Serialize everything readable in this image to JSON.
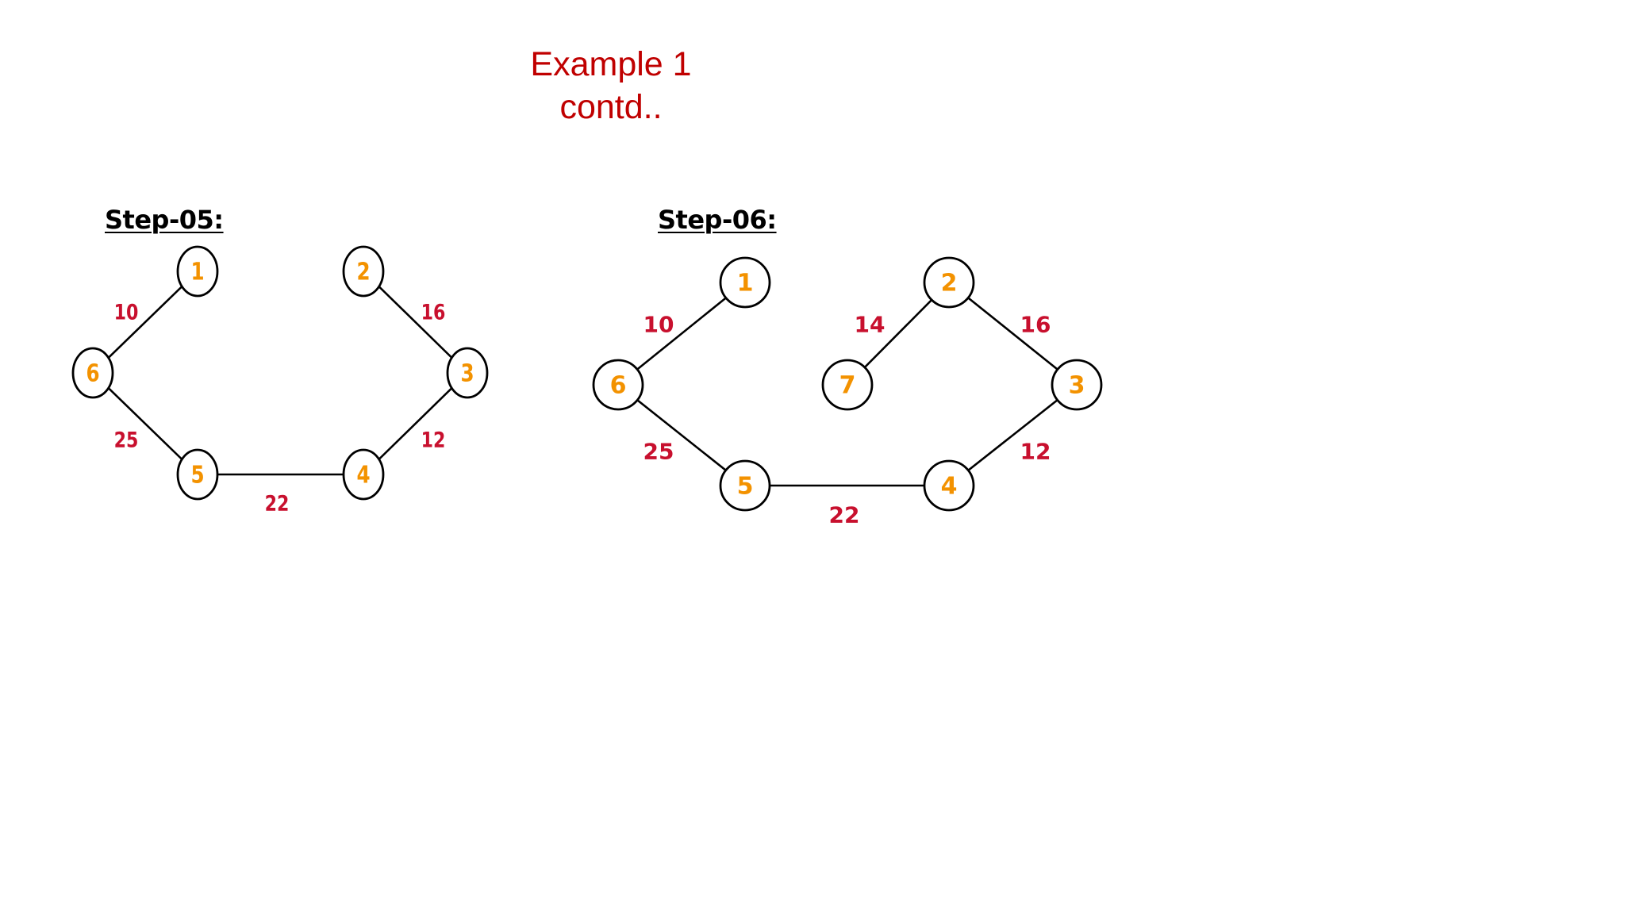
{
  "title": {
    "line1": "Example 1",
    "line2": "contd.."
  },
  "steps": [
    {
      "label": "Step-05:",
      "nodes": [
        {
          "id": "1"
        },
        {
          "id": "2"
        },
        {
          "id": "3"
        },
        {
          "id": "4"
        },
        {
          "id": "5"
        },
        {
          "id": "6"
        }
      ],
      "edges": [
        {
          "from": "1",
          "to": "6",
          "weight": "10"
        },
        {
          "from": "2",
          "to": "3",
          "weight": "16"
        },
        {
          "from": "6",
          "to": "5",
          "weight": "25"
        },
        {
          "from": "3",
          "to": "4",
          "weight": "12"
        },
        {
          "from": "5",
          "to": "4",
          "weight": "22"
        }
      ]
    },
    {
      "label": "Step-06:",
      "nodes": [
        {
          "id": "1"
        },
        {
          "id": "2"
        },
        {
          "id": "3"
        },
        {
          "id": "4"
        },
        {
          "id": "5"
        },
        {
          "id": "6"
        },
        {
          "id": "7"
        }
      ],
      "edges": [
        {
          "from": "1",
          "to": "6",
          "weight": "10"
        },
        {
          "from": "2",
          "to": "7",
          "weight": "14"
        },
        {
          "from": "2",
          "to": "3",
          "weight": "16"
        },
        {
          "from": "6",
          "to": "5",
          "weight": "25"
        },
        {
          "from": "3",
          "to": "4",
          "weight": "12"
        },
        {
          "from": "5",
          "to": "4",
          "weight": "22"
        }
      ]
    }
  ],
  "colors": {
    "title": "#c00000",
    "node_label": "#f39200",
    "edge_weight": "#c8102e",
    "edge_line": "#000000"
  }
}
